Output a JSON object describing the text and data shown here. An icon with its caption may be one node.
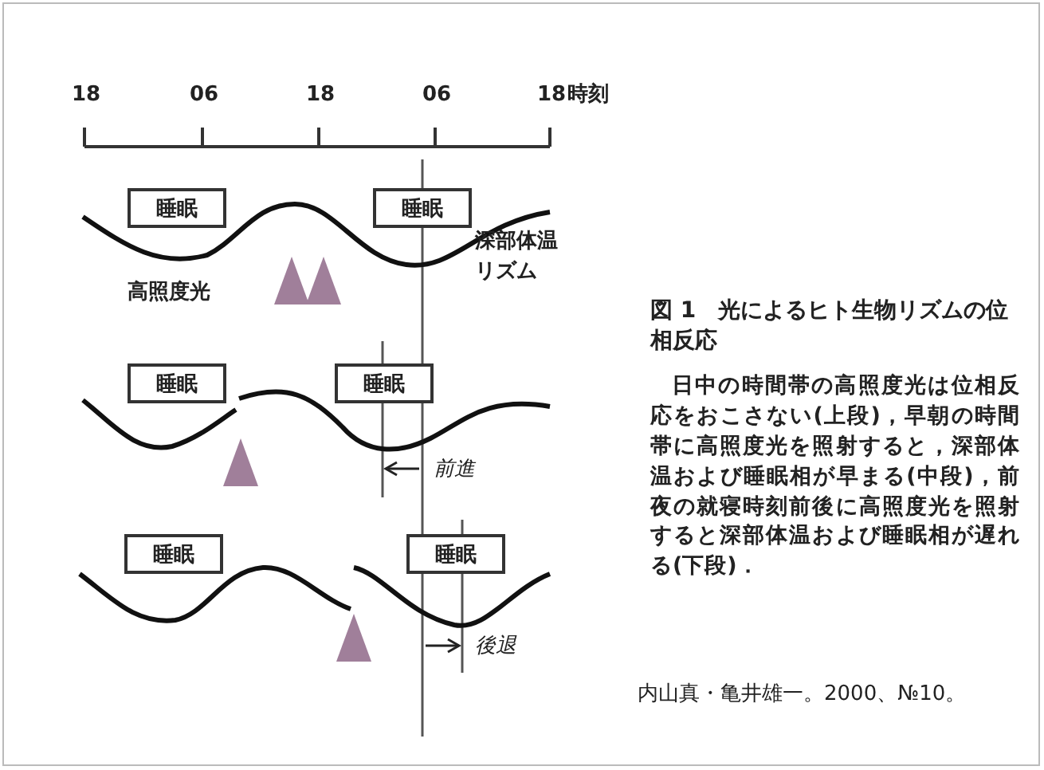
{
  "diagram": {
    "caption": "図 1　光によるヒト生物リズムの位相反応",
    "nodes": [
      {
        "text": [
          "睡眠"
        ]
      },
      {
        "text": [
          "睡眠"
        ]
      },
      {
        "text": [
          "睡眠"
        ]
      },
      {
        "text": [
          "睡眠"
        ]
      },
      {
        "text": [
          "睡眠"
        ]
      },
      {
        "text": [
          "睡眠"
        ]
      }
    ],
    "labels": [
      "18",
      "06",
      "18",
      "06",
      "18",
      "時刻",
      "深部体温リズム",
      "高照度光",
      "前進",
      "後退",
      "日中の時間帯の高照度光は位相反応をおこさない(上段)，早朝の時間帯に高照度光を照射すると，深部体温および睡眠相が早まる(中段)，前夜の就寝時刻前後に高照度光を照射すると深部体温および睡眠相が遅れる(下段)．",
      "内山真・亀井雄一。2000、№10。"
    ]
  }
}
